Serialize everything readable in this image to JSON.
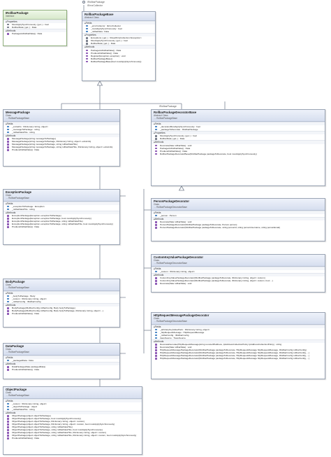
{
  "lollipop_labels": [
    "IRollbarPackage",
    "IErrorCollector"
  ],
  "classes": [
    {
      "id": "irollbar",
      "name": "IRollbarPackage",
      "kind": "Interface",
      "base": "",
      "iface": true,
      "sections": [
        {
          "title": "Properties",
          "members": [
            {
              "t": "p",
              "text": "MustApplySynchronously { get; } : bool"
            },
            {
              "t": "p",
              "text": "RollbarData { get; } : Data"
            }
          ]
        },
        {
          "title": "Methods",
          "members": [
            {
              "t": "m",
              "text": "PackageAsRollbarData() : Data"
            }
          ]
        }
      ]
    },
    {
      "id": "base",
      "name": "RollbarPackageBase",
      "kind": "Abstract Class",
      "base": "",
      "sections": [
        {
          "title": "Fields",
          "members": [
            {
              "t": "f",
              "text": "_errorCollector : IErrorCollector"
            },
            {
              "t": "f",
              "text": "_mustApplySynchronously : bool"
            },
            {
              "t": "f",
              "text": "_rollbarData : Data"
            }
          ]
        },
        {
          "title": "Properties",
          "members": [
            {
              "t": "p",
              "text": "Exceptions { get; } : IReadOnlyCollection<Exception>"
            },
            {
              "t": "p",
              "text": "MustApplySynchronously { get; } : bool"
            },
            {
              "t": "p",
              "text": "RollbarData { get; } : Data"
            }
          ]
        },
        {
          "title": "Methods",
          "members": [
            {
              "t": "m",
              "text": "PackageAsRollbarData() : Data"
            },
            {
              "t": "m",
              "text": "ProduceRollbarData() : Data"
            },
            {
              "t": "m",
              "text": "Register(Exception exception) : void"
            },
            {
              "t": "m",
              "text": "RollbarPackageBase()"
            },
            {
              "t": "m",
              "text": "RollbarPackageBase(bool mustApplySynchronously)"
            }
          ]
        }
      ]
    },
    {
      "id": "message",
      "name": "MessagePackage",
      "kind": "Class",
      "base": "RollbarPackageBase",
      "sections": [
        {
          "title": "Fields",
          "members": [
            {
              "t": "f",
              "text": "_extraInfo : IDictionary<string, object>"
            },
            {
              "t": "f",
              "text": "_messageToPackage : string"
            },
            {
              "t": "f",
              "text": "_rollbarDataTitle : string"
            }
          ]
        },
        {
          "title": "Methods",
          "members": [
            {
              "t": "m",
              "text": "MessagePackage(string messageToPackage)"
            },
            {
              "t": "m",
              "text": "MessagePackage(string messageToPackage, IDictionary<string, object> extraInfo)"
            },
            {
              "t": "m",
              "text": "MessagePackage(string messageToPackage, string rollbarDataTitle)"
            },
            {
              "t": "m",
              "text": "MessagePackage(string messageToPackage, string rollbarDataTitle, IDictionary<string, object> extraInfo)"
            },
            {
              "t": "m",
              "text": "ProduceRollbarData() : Data"
            }
          ]
        }
      ]
    },
    {
      "id": "decorator",
      "name": "RollbarPackageDecoratorBase",
      "kind": "Abstract Class",
      "base": "RollbarPackageBase",
      "sections": [
        {
          "title": "Fields",
          "members": [
            {
              "t": "f",
              "text": "_decoratorMustApplySynchronously : bool"
            },
            {
              "t": "f",
              "text": "_packageToDecorate : IRollbarPackage"
            }
          ]
        },
        {
          "title": "Properties",
          "members": [
            {
              "t": "p",
              "text": "MustApplySynchronously { get; } : bool"
            },
            {
              "t": "p",
              "text": "RollbarData { get; } : Data"
            }
          ]
        },
        {
          "title": "Methods",
          "members": [
            {
              "t": "m",
              "text": "Decorate(Data rollbarData) : void"
            },
            {
              "t": "m",
              "text": "PackageAsRollbarData() : Data"
            },
            {
              "t": "m",
              "text": "ProduceRollbarData() : Data"
            },
            {
              "t": "m",
              "text": "RollbarPackageDecoratorBase(IRollbarPackage packageToDecorate, bool mustApplySynchronously)"
            }
          ]
        }
      ]
    },
    {
      "id": "exception",
      "name": "ExceptionPackage",
      "kind": "Class",
      "base": "RollbarPackageBase",
      "sections": [
        {
          "title": "Fields",
          "members": [
            {
              "t": "f",
              "text": "_exceptionToPackage : Exception"
            },
            {
              "t": "f",
              "text": "_rollbarDataTitle : string"
            }
          ]
        },
        {
          "title": "Methods",
          "members": [
            {
              "t": "m",
              "text": "ExceptionPackage(Exception exceptionToPackage)"
            },
            {
              "t": "m",
              "text": "ExceptionPackage(Exception exceptionToPackage, bool mustApplySynchronously)"
            },
            {
              "t": "m",
              "text": "ExceptionPackage(Exception exceptionToPackage, string rollbarDataTitle)"
            },
            {
              "t": "m",
              "text": "ExceptionPackage(Exception exceptionToPackage, string rollbarDataTitle, bool mustApplySynchronously)"
            },
            {
              "t": "m",
              "text": "ProduceRollbarData() : Data"
            }
          ]
        }
      ]
    },
    {
      "id": "person",
      "name": "PersonPackageDecorator",
      "kind": "Class",
      "base": "RollbarPackageDecoratorBase",
      "sections": [
        {
          "title": "Fields",
          "members": [
            {
              "t": "f",
              "text": "_person : Person"
            }
          ]
        },
        {
          "title": "Methods",
          "members": [
            {
              "t": "m",
              "text": "Decorate(Data rollbarData) : void"
            },
            {
              "t": "m",
              "text": "PersonPackageDecorator(IRollbarPackage packageToDecorate, Person person)"
            },
            {
              "t": "m",
              "text": "PersonPackageDecorator(IRollbarPackage packageToDecorate, string personId, string personUsername, string personEmail)"
            }
          ]
        }
      ]
    },
    {
      "id": "custom",
      "name": "CustomKeyValuePackageDecorator",
      "kind": "Class",
      "base": "RollbarPackageDecoratorBase",
      "sections": [
        {
          "title": "Fields",
          "members": [
            {
              "t": "f",
              "text": "_custom : IDictionary<string, object>"
            }
          ]
        },
        {
          "title": "Methods",
          "members": [
            {
              "t": "m",
              "text": "CustomKeyValuePackageDecorator(IRollbarPackage packageToDecorate, IDictionary<string, object> custom)"
            },
            {
              "t": "m",
              "text": "CustomKeyValuePackageDecorator(IRollbarPackage packageToDecorate, IDictionary<string, object> custom, bool ...)"
            },
            {
              "t": "m",
              "text": "Decorate(Data rollbarData) : void"
            }
          ]
        }
      ]
    },
    {
      "id": "body",
      "name": "BodyPackage",
      "kind": "Class",
      "base": "RollbarPackageBase",
      "sections": [
        {
          "title": "Fields",
          "members": [
            {
              "t": "f",
              "text": "_bodyToPackage : Body"
            },
            {
              "t": "f",
              "text": "_custom : IDictionary<string, object>"
            },
            {
              "t": "f",
              "text": "_rollbarConfig : IRollbarConfig"
            }
          ]
        },
        {
          "title": "Methods",
          "members": [
            {
              "t": "m",
              "text": "BodyPackage(IRollbarConfig rollbarConfig, Body bodyToPackage)"
            },
            {
              "t": "m",
              "text": "BodyPackage(IRollbarConfig rollbarConfig, Body bodyToPackage, IDictionary<string, object>...)"
            },
            {
              "t": "m",
              "text": "ProduceRollbarData() : Data"
            }
          ]
        }
      ]
    },
    {
      "id": "http",
      "name": "HttpRequestMessagePackageDecorator",
      "kind": "Class",
      "base": "RollbarPackageDecoratorBase",
      "sections": [
        {
          "title": "Fields",
          "members": [
            {
              "t": "f",
              "text": "_arbitraryKeyValuePairs : IDictionary<string, object>"
            },
            {
              "t": "f",
              "text": "_httpRequestMessage : HttpRequestMessage"
            },
            {
              "t": "f",
              "text": "_rollbarConfig : IRollbarConfig"
            },
            {
              "t": "f",
              "text": "traceSource : TraceSource"
            }
          ]
        },
        {
          "title": "Methods",
          "members": [
            {
              "t": "m",
              "text": "DecorateDecorate(HttpRequestMessage(string remoteIPAddress, IpAddressCollectionPolicy ipAddressCollectionPolicy) : string"
            },
            {
              "t": "m",
              "text": "Decorate(Data rollbarData) : void"
            },
            {
              "t": "m",
              "text": "HttpRequestMessagePackageDecorator(IRollbarPackage packageToDecorate, HttpRequestMessage httpRequestMessage, IRollbarConfig rollbarConfig)"
            },
            {
              "t": "m",
              "text": "HttpRequestMessagePackageDecorator(IRollbarPackage packageToDecorate, HttpRequestMessage httpRequestMessage, IRollbarConfig rollbarConfig, ...)"
            },
            {
              "t": "m",
              "text": "HttpRequestMessagePackageDecorator(IRollbarPackage packageToDecorate, HttpRequestMessage httpRequestMessage, IRollbarConfig rollbarConfig, ...)"
            },
            {
              "t": "m",
              "text": "HttpRequestMessagePackageDecorator(IRollbarPackage packageToDecorate, HttpRequestMessage httpRequestMessage, IRollbarConfig rollbarConfig, ...)"
            }
          ]
        }
      ]
    },
    {
      "id": "data",
      "name": "DataPackage",
      "kind": "Class",
      "base": "RollbarPackageBase",
      "sections": [
        {
          "title": "Fields",
          "members": [
            {
              "t": "f",
              "text": "_packagedData : Data"
            }
          ]
        },
        {
          "title": "Methods",
          "members": [
            {
              "t": "m",
              "text": "DataPackage(Data packagedData)"
            },
            {
              "t": "m",
              "text": "ProduceRollbarData() : Data"
            }
          ]
        }
      ]
    },
    {
      "id": "object",
      "name": "ObjectPackage",
      "kind": "Class",
      "base": "RollbarPackageBase",
      "sections": [
        {
          "title": "Fields",
          "members": [
            {
              "t": "f",
              "text": "_custom : IDictionary<string, object>"
            },
            {
              "t": "f",
              "text": "_objectToPackage : object"
            },
            {
              "t": "f",
              "text": "_rollbarDataTitle : string"
            }
          ]
        },
        {
          "title": "Methods",
          "members": [
            {
              "t": "m",
              "text": "ObjectPackage(object objectToPackage)"
            },
            {
              "t": "m",
              "text": "ObjectPackage(object objectToPackage, bool mustApplySynchronously)"
            },
            {
              "t": "m",
              "text": "ObjectPackage(object objectToPackage, IDictionary<string, object> custom)"
            },
            {
              "t": "m",
              "text": "ObjectPackage(object objectToPackage, IDictionary<string, object> custom, bool mustApplySynchronously)"
            },
            {
              "t": "m",
              "text": "ObjectPackage(object objectToPackage, string rollbarDataTitle)"
            },
            {
              "t": "m",
              "text": "ObjectPackage(object objectToPackage, string rollbarDataTitle, bool mustApplySynchronously)"
            },
            {
              "t": "m",
              "text": "ObjectPackage(object objectToPackage, string rollbarDataTitle, IDictionary<string, object> custom)"
            },
            {
              "t": "m",
              "text": "ObjectPackage(object objectToPackage, string rollbarDataTitle, IDictionary<string, object> custom, bool mustApplySynchronously)"
            },
            {
              "t": "m",
              "text": "ProduceRollbarData() : Data"
            }
          ]
        }
      ]
    }
  ],
  "connector_labels": {
    "decorator_wire": "IRollbarPackage"
  }
}
